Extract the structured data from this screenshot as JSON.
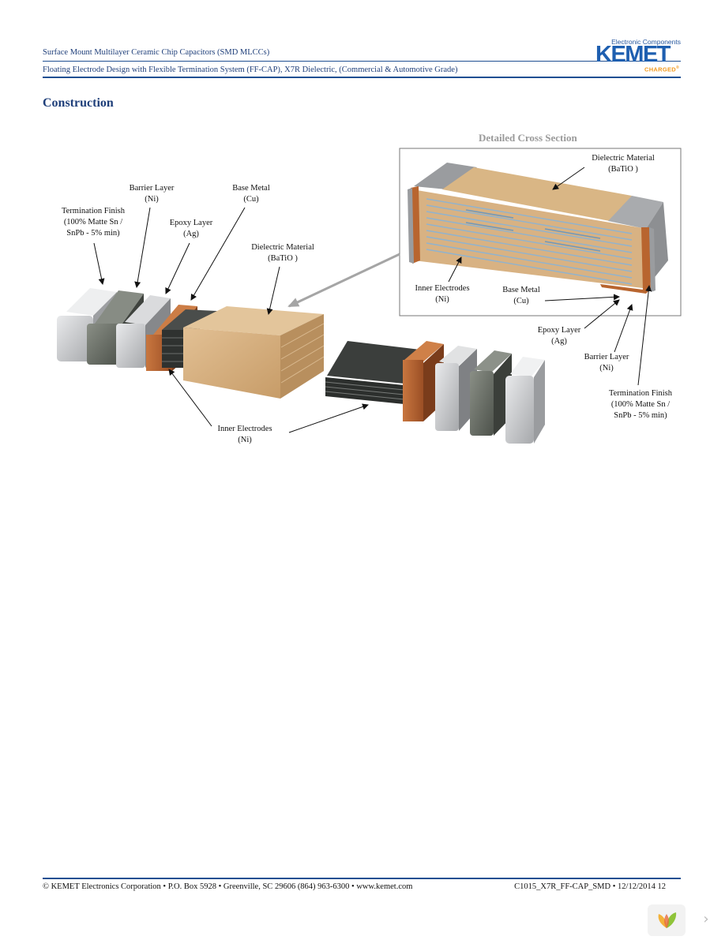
{
  "header": {
    "line1": "Surface Mount Multilayer Ceramic Chip Capacitors (SMD MLCCs)",
    "line2": "Floating Electrode Design with Flexible Termination System (FF-CAP), X7R Dielectric, (Commercial & Automotive Grade)",
    "rule_color": "#1f4f92"
  },
  "logo": {
    "tagline": "Electronic Components",
    "name": "KEMET",
    "slogan": "CHARGED",
    "slogan_mark": "®",
    "brand_color": "#1e5fb0",
    "accent_color": "#f29a1f"
  },
  "section_title": "Construction",
  "exploded": {
    "termination_finish": [
      "Termination Finish",
      "(100% Matte Sn /",
      "SnPb - 5% min)"
    ],
    "barrier_layer": [
      "Barrier Layer",
      "(Ni)"
    ],
    "epoxy_layer": [
      "Epoxy Layer",
      "(Ag)"
    ],
    "base_metal": [
      "Base Metal",
      "(Cu)"
    ],
    "dielectric": [
      "Dielectric Material",
      "(BaTiO )"
    ],
    "inner_electrodes": [
      "Inner Electrodes",
      "(Ni)"
    ]
  },
  "cross_section": {
    "title": "Detailed Cross Section",
    "dielectric": [
      "Dielectric Material",
      "(BaTiO )"
    ],
    "inner_electrodes": [
      "Inner Electrodes",
      "(Ni)"
    ],
    "base_metal": [
      "Base Metal",
      "(Cu)"
    ],
    "epoxy_layer": [
      "Epoxy Layer",
      "(Ag)"
    ],
    "barrier_layer": [
      "Barrier Layer",
      "(Ni)"
    ],
    "termination_finish": [
      "Termination Finish",
      "(100% Matte Sn /",
      "SnPb - 5% min)"
    ]
  },
  "colors": {
    "ceramic": "#d4ad7c",
    "copper": "#b5602f",
    "electrode": "#3a3d3b",
    "barrier": "#62675f",
    "termination": "#c7c9cc",
    "electrode_line": "#8fb3cf"
  },
  "footer": {
    "left": "© KEMET Electronics Corporation • P.O. Box 5928 • Greenville, SC 29606 (864) 963-6300 • www.kemet.com",
    "right": "C1015_X7R_FF-CAP_SMD • 12/12/2014 12"
  },
  "viewer": {
    "next_glyph": "›"
  }
}
